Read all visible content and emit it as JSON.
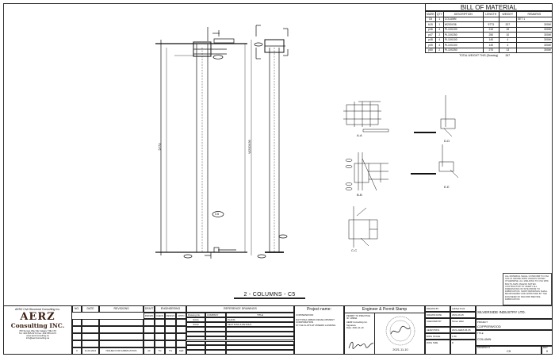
{
  "bom": {
    "title": "BILL OF MATERIAL",
    "columns": [
      "MARK",
      "QTY",
      "DESCRIPTION",
      "LENGTH",
      "WEIGHT",
      "REMARKS"
    ],
    "rows": [
      [
        "C5",
        "1",
        "COLUMN",
        "",
        "",
        "SET 1"
      ],
      [
        "b15",
        "1",
        "W200X36",
        "5773",
        "207",
        "300W"
      ],
      [
        "p46",
        "4",
        "PL10X100",
        "210",
        "16",
        "300W"
      ],
      [
        "p47",
        "2",
        "PL10X250",
        "250",
        "10",
        "300W"
      ],
      [
        "p48",
        "4",
        "PL10X100",
        "140",
        "4",
        "300W"
      ],
      [
        "p49",
        "4",
        "PL10X100",
        "140",
        "4",
        "300W"
      ],
      [
        "p50",
        "2",
        "PL10X250",
        "270",
        "13",
        "300W"
      ]
    ],
    "total_label": "TOTAL WEIGHT THIS (Drawing)",
    "total_value": "267"
  },
  "drawing": {
    "sheet_title": "2 - COLUMNS - C5",
    "elevation_height": "5773",
    "column_tag": "C5",
    "column_size": "W200X36",
    "section_labels": [
      "A-A",
      "B-B",
      "C-C",
      "D-D",
      "E-E"
    ],
    "notes": "ALL MATERIAL SHALL CONFORM TO CSA G40.21 GRADE 300W UNLESS NOTED OTHERWISE. ALL WELDING TO CSA W59. BOLTS A325 UNLESS NOTED. CONTRACTOR TO VERIFY ALL DIMENSIONS ON SITE PRIOR TO FABRICATION. SHOP DRAWINGS SHALL BE REVIEWED AND APPROVED BY THE ENGINEER OF RECORD BEFORE FABRICATION."
  },
  "titleblock": {
    "company": "AERZ Civil Structural Consulting Inc.",
    "logo_line1": "AERZ",
    "logo_line2": "Consulting INC.",
    "address": [
      "760 Sunset Way SE Calgary T0E 1T0",
      "Tel: 403-555-0172  Fax: 403-555-0173",
      "www.aerzconsulting.ca",
      "info@aerzconsulting.ca"
    ],
    "rev_headers": {
      "no": "NO.",
      "date": "DATE",
      "revisions": "REVISIONS",
      "draft": "DRAFT",
      "engineering": "ENGINEERING",
      "drawn": "DRAWN",
      "check": "CHECK",
      "design": "DESIGN",
      "appd": "APP'D"
    },
    "revision": {
      "no": "0",
      "date": "11-09-2021",
      "desc": "ISSUED FOR FABRICATION",
      "drawn": "AF",
      "check": "TG",
      "design": "TG",
      "appd": "AEZ"
    },
    "ref_header": "REFERENCE DRAWINGS",
    "ref_columns": [
      "Drawing No.",
      "COMPANY",
      "TITLE"
    ],
    "ref_rows": [
      [
        "S3.01",
        "",
        "PLANS"
      ],
      [
        "S3.02",
        "",
        "SECTIONS & DETAILS"
      ]
    ],
    "project_label": "Project name:",
    "project_lines": [
      "COPPERWOOD",
      "DAYTONA URBAN DEVELOPMENT CORPORATION",
      "STYLE FLATS AT MINERS LANDING"
    ],
    "stamp_label": "Engineer & Permit Stamp",
    "permit_lines": [
      "PERMIT TO PRACTICE",
      "ID: 109811",
      "AERZ Consulting Inc. Signature",
      "Date: 2021-11-10"
    ],
    "stamp_date": "2021-11-10",
    "info": [
      {
        "label": "DRAWN BY",
        "value": "Adilbek Park"
      },
      {
        "label": "DRAWN DATE",
        "value": "2021-09-15"
      },
      {
        "label": "CHECKED BY",
        "value": "Tamer Hilal"
      },
      {
        "label": "AERZ PROJ.",
        "value": "2021-AERZ-06-05"
      },
      {
        "label": "DWG SCALE",
        "value": "1:30"
      },
      {
        "label": "DWG SIZE",
        "value": "D"
      }
    ],
    "client": "SILVERSIDE INDUSTRY LTD.",
    "project_caption": "PROJECT",
    "project_name": "COPPERWOOD",
    "title_caption": "TITLE",
    "title": "COLUMN",
    "drawing_caption": "DRAWING #",
    "drawing_no": "C5",
    "rev_caption": "REV",
    "rev": "0"
  }
}
